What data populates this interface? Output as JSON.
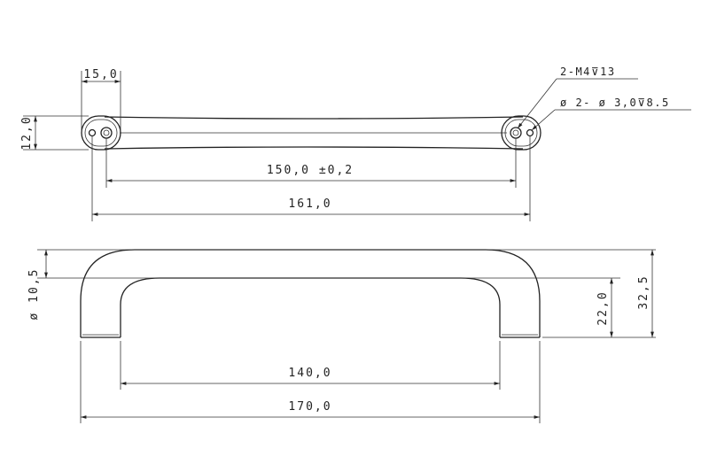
{
  "top_view": {
    "dim_end_width": "15,0",
    "dim_height": "12,0",
    "dim_hole_spacing": "150,0 ±0,2",
    "dim_overall_length": "161,0",
    "callout_thread": "2-M4⊽13",
    "callout_hole": "ø 2- ø 3,0⊽8.5"
  },
  "front_view": {
    "dim_diameter": "ø 10,5",
    "dim_inner_height": "22,0",
    "dim_total_height": "32,5",
    "dim_inner_length": "140,0",
    "dim_outer_length": "170,0"
  }
}
